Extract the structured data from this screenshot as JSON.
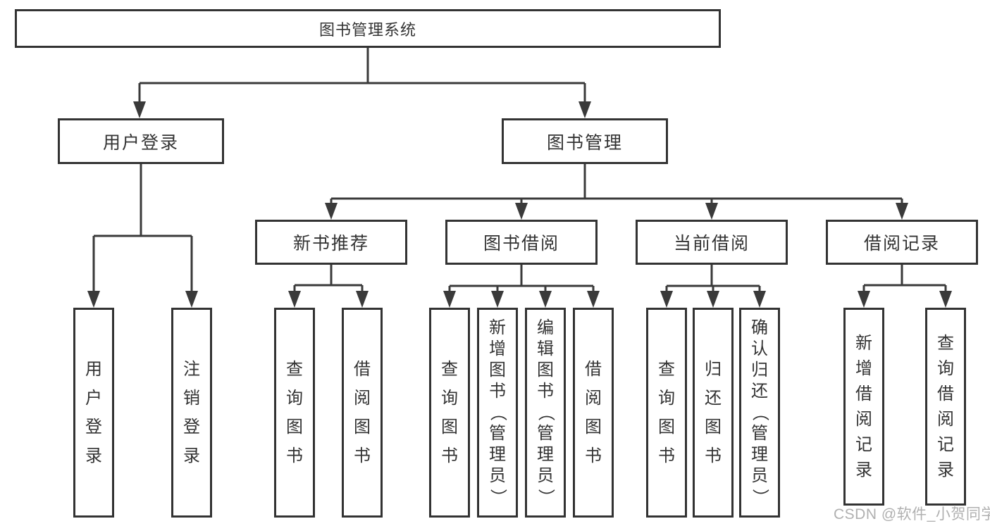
{
  "tree": {
    "label": "图书管理系统",
    "children": [
      {
        "label": "用户登录",
        "children": [
          {
            "label": "用户登录"
          },
          {
            "label": "注销登录"
          }
        ]
      },
      {
        "label": "图书管理",
        "children": [
          {
            "label": "新书推荐",
            "children": [
              {
                "label": "查询图书"
              },
              {
                "label": "借阅图书"
              }
            ]
          },
          {
            "label": "图书借阅",
            "children": [
              {
                "label": "查询图书"
              },
              {
                "label": "新增图书（管理员）"
              },
              {
                "label": "编辑图书（管理员）"
              },
              {
                "label": "借阅图书"
              }
            ]
          },
          {
            "label": "当前借阅",
            "children": [
              {
                "label": "查询图书"
              },
              {
                "label": "归还图书"
              },
              {
                "label": "确认归还（管理员）"
              }
            ]
          },
          {
            "label": "借阅记录",
            "children": [
              {
                "label": "新增借阅记录"
              },
              {
                "label": "查询借阅记录"
              }
            ]
          }
        ]
      }
    ]
  },
  "watermark": "CSDN @软件_小贺同学",
  "colors": {
    "background": "#ffffff",
    "box_fill": "#ffffff",
    "box_border": "#333333",
    "line": "#3a3a3a",
    "text": "#333333",
    "watermark": "#b0b0b0"
  }
}
